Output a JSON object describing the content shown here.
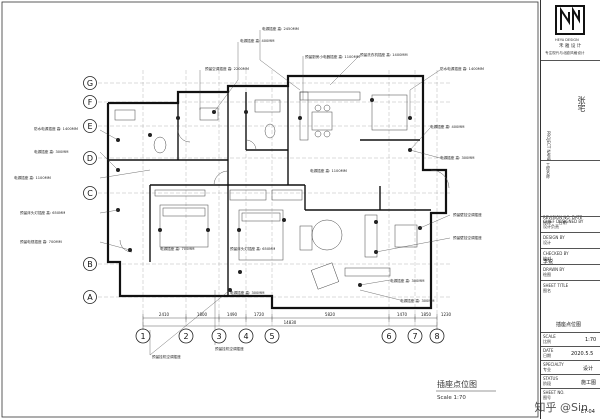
{
  "brand": {
    "name": "禾 雅 设 计",
    "tagline": "专注现代与北欧风格设计",
    "sub": "HEYA DESIGN"
  },
  "drawing": {
    "title": "插座点位图",
    "scale": "Scale 1:70"
  },
  "titleblock": {
    "project_label": "PROJECT NAME\n工程名称",
    "project_name": "张宅",
    "revision_label": "REVISION NO. DATE\n修改      日期",
    "designer_label": "CHIEF DESIGNED BY\n设计负责",
    "design_label": "DESIGN BY\n设计",
    "design_value": "李锐",
    "check_label": "CHECKED BY\n校对",
    "drawn_label": "DRAWN BY\n绘图",
    "sheet_label": "SHEET TITLE\n图名",
    "sheet_value": "插座点位图",
    "scale_label": "SCALE\n比例",
    "scale_value": "1:70",
    "date_label": "DATE\n日期",
    "date_value": "2020.5.5",
    "specialty_label": "SPECIALTY\n专业",
    "specialty_value": "设计",
    "stage_label": "STATUS\n阶段",
    "stage_value": "施工图",
    "sheet_no_label": "SHEET NO.\n图号",
    "sheet_no_value": "ET-04"
  },
  "grid": {
    "cols": [
      "1",
      "2",
      "3",
      "4",
      "5",
      "6",
      "7",
      "8"
    ],
    "rows": [
      "A",
      "B",
      "C",
      "D",
      "E",
      "F",
      "G"
    ],
    "dims_bottom": [
      "2410",
      "1800",
      "1490",
      "1720",
      "5820",
      "1470",
      "1850",
      "1230"
    ],
    "dims_total": "14830"
  },
  "labels": {
    "l_tv": "电源插座 高: 2450MM",
    "l_1": "电源插座 高: 400MM",
    "l_2": "预留空调插座 高: 2200MM",
    "l_3": "预留厨房小电器插座 高: 1100MM",
    "l_4": "预留洗衣机插座 高: 1400MM",
    "l_5": "防水电源插座 高: 1400MM",
    "l_6": "防水电源插座 高: 1400MM",
    "l_7": "电源插座 高: 300MM",
    "l_8": "电源插座 高: 1100MM",
    "l_9": "预留床头灯插座 高: 650MM",
    "l_10": "预留电视插座 高: 700MM",
    "l_11": "电源插座 高: 400MM",
    "l_12": "电源插座 高: 300MM",
    "l_13": "预留壁挂空调插座",
    "l_14": "预留壁挂空调插座",
    "l_15": "电源插座 高: 1100MM",
    "l_16": "预留床头灯插座 高: 650MM",
    "l_17": "电源插座 高: 700MM",
    "l_18": "预留挂机空调插座",
    "l_19": "预留挂机空调插座",
    "l_20": "电源插座 高: 300MM",
    "l_21": "电源插座 高: 300MM",
    "l_22": "电源插座 高: 300MM"
  },
  "watermark": "知乎 @Sin"
}
